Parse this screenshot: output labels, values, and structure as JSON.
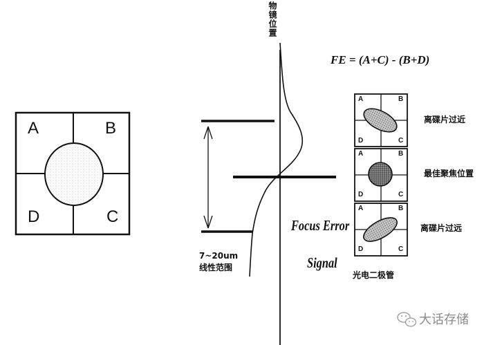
{
  "left_detector": {
    "quadrants": {
      "a": "A",
      "b": "B",
      "c": "C",
      "d": "D"
    }
  },
  "axis_label": "物镜位置",
  "formula": "FE = (A+C) - (B+D)",
  "detector_states": [
    {
      "quadrants": {
        "a": "A",
        "b": "B",
        "c": "C",
        "d": "D"
      },
      "label": "离碟片过近",
      "spot": "ellipse-tilted-right"
    },
    {
      "quadrants": {
        "a": "A",
        "b": "B",
        "c": "C",
        "d": "D"
      },
      "label": "最佳聚焦位置",
      "spot": "circle"
    },
    {
      "quadrants": {
        "a": "A",
        "b": "B",
        "c": "C",
        "d": "D"
      },
      "label": "离碟片过远",
      "spot": "ellipse-tilted-left"
    }
  ],
  "linear_range": {
    "value": "7~20um",
    "label": "线性范围"
  },
  "focus_error_title": {
    "line1": "Focus Error",
    "line2": "Signal"
  },
  "detector_caption": "光电二极管",
  "watermark": {
    "text": "大话存储",
    "icon": "wechat-icon"
  }
}
